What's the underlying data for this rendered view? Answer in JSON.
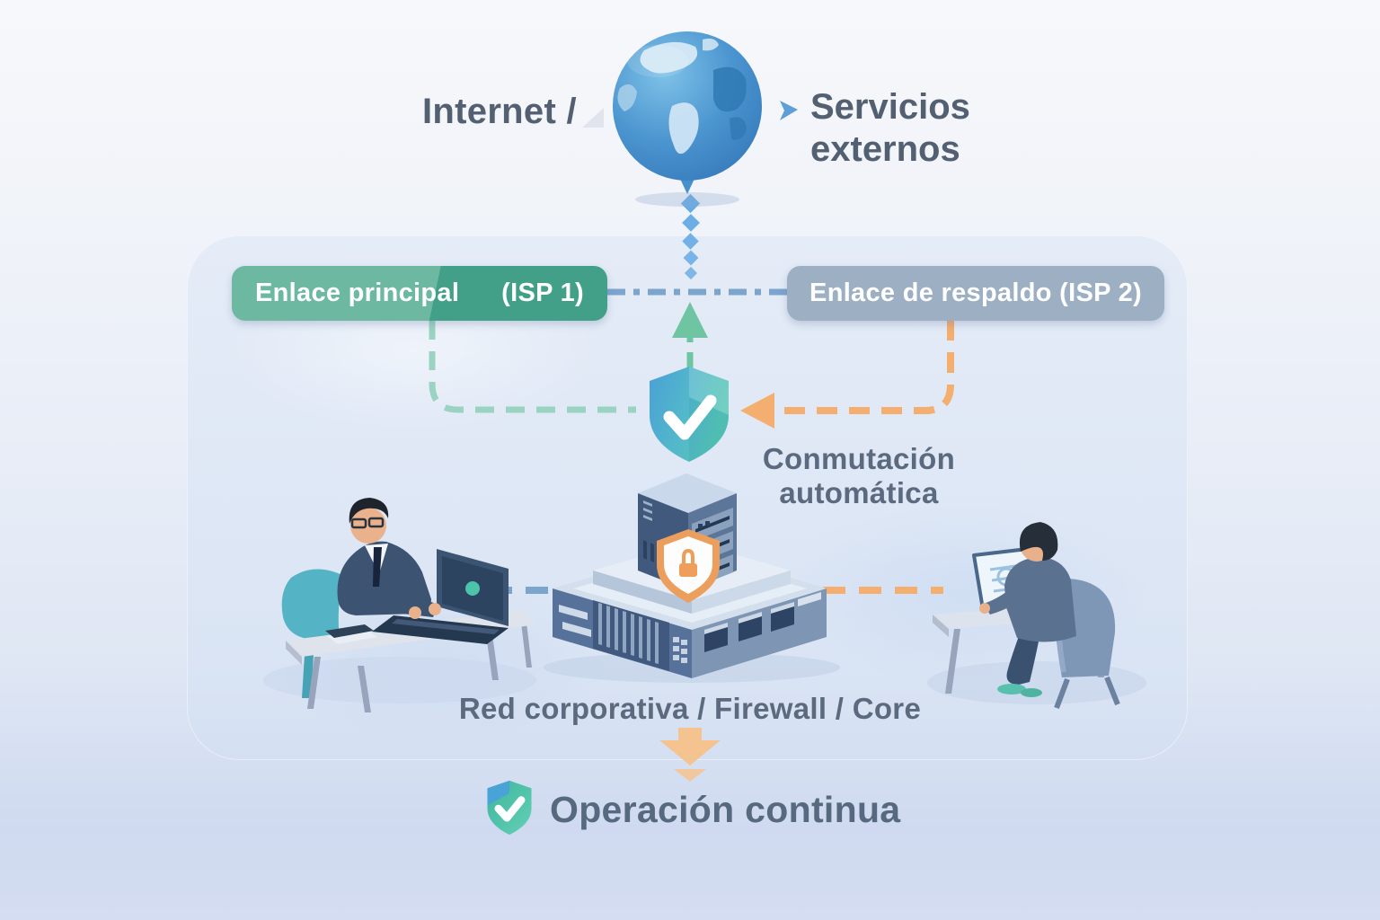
{
  "scene": {
    "internet_label": "Internet /",
    "external_services_label": "Servicios externos",
    "primary_link_label": "Enlace principal",
    "primary_link_isp": "(ISP 1)",
    "backup_link_label": "Enlace de respaldo (ISP 2)",
    "failover_label_line1": "Conmutación",
    "failover_label_line2": "automática",
    "core_label": "Red corporativa / Firewall / Core",
    "operation_label": "Operación continua"
  },
  "icons": {
    "globe": "globe-icon",
    "external_services_marker": "arrow-right-marker-icon",
    "failover_shield": "shield-check-icon",
    "firewall_shield": "shield-lock-icon",
    "flow_arrow": "block-arrow-down-icon",
    "operation_shield": "shield-check-icon"
  },
  "colors": {
    "background_top": "#f7f8fb",
    "background_bottom": "#ccd8ef",
    "panel": "#d9e4f4",
    "text": "#57697e",
    "primary_green_light": "#6cb8a1",
    "primary_green_dark": "#42a088",
    "backup_gray": "#9cafc3",
    "link_blue": "#7ca5ce",
    "link_teal": "#9ad3c1",
    "arrow_green": "#6fc4a2",
    "link_orange": "#f3ae70",
    "diamond_blue": "#5ea6e3",
    "shield_blue": "#4aa0d4",
    "shield_teal": "#54c3b5"
  }
}
